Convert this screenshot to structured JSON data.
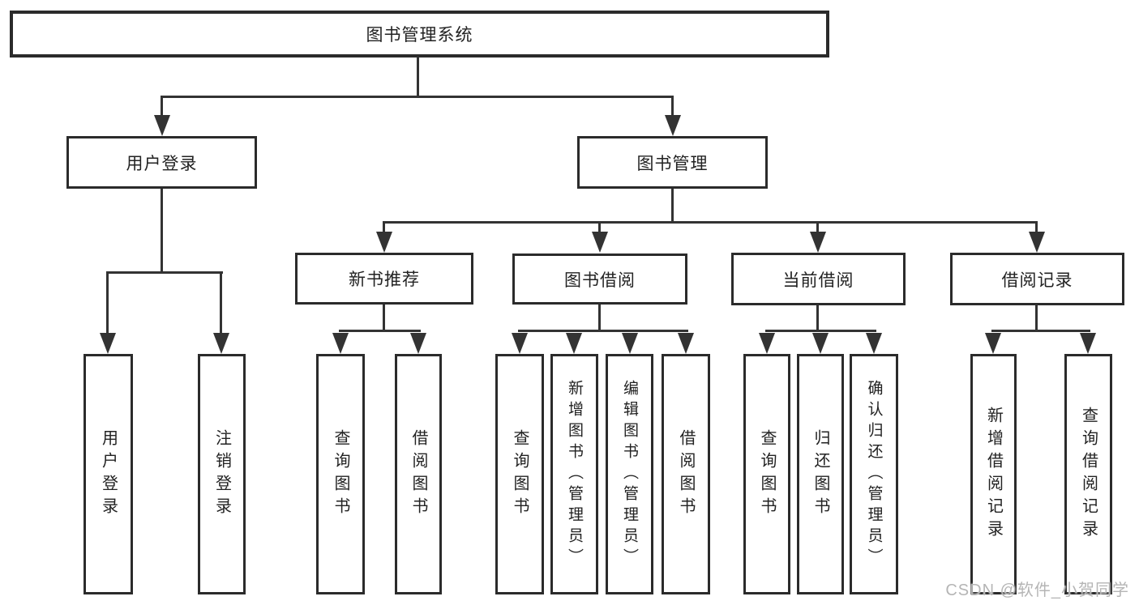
{
  "diagram": {
    "title": "图书管理系统",
    "root_label": "图书管理系统",
    "branches": [
      {
        "label": "用户登录",
        "children": [
          "用户登录",
          "注销登录"
        ]
      },
      {
        "label": "图书管理",
        "children": [
          {
            "label": "新书推荐",
            "children": [
              "查询图书",
              "借阅图书"
            ]
          },
          {
            "label": "图书借阅",
            "children": [
              "查询图书",
              "新增图书（管理员）",
              "编辑图书（管理员）",
              "借阅图书"
            ]
          },
          {
            "label": "当前借阅",
            "children": [
              "查询图书",
              "归还图书",
              "确认归还（管理员）"
            ]
          },
          {
            "label": "借阅记录",
            "children": [
              "新增借阅记录",
              "查询借阅记录"
            ]
          }
        ]
      }
    ]
  },
  "watermark": "CSDN @软件_小贺同学",
  "colors": {
    "line": "#333333",
    "box_border": "#2b2b2b",
    "box_bg": "#ffffff",
    "text": "#222222",
    "watermark": "#b5b5b5",
    "canvas_bg": "#ffffff"
  }
}
